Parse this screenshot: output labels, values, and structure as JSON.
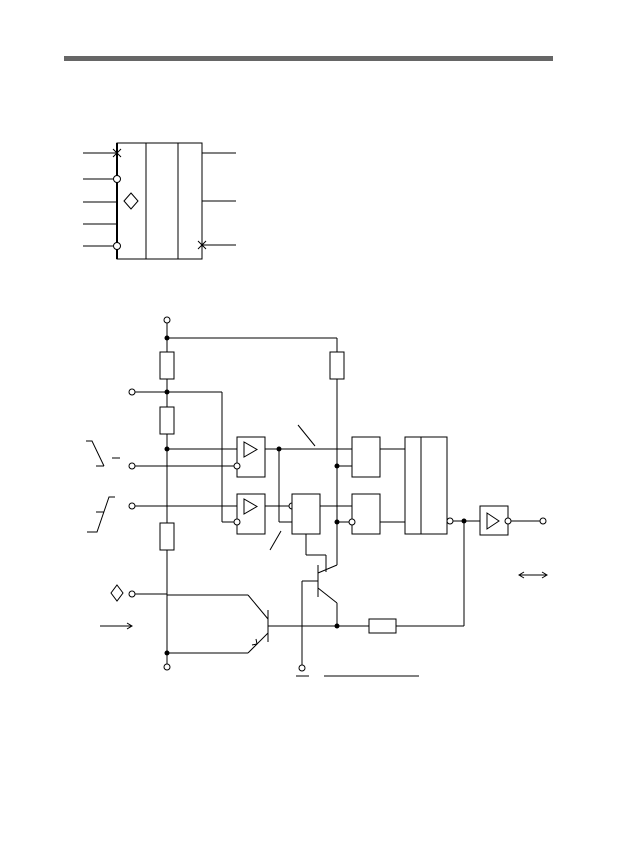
{
  "page": {
    "header_rule_color": "#666666",
    "ink_color": "#000000"
  },
  "symbol": {
    "left_pins": [
      "open-collector-input",
      "inverted-input",
      "gate-diamond-input",
      "plain-input",
      "inverted-input"
    ],
    "right_pins": [
      "output",
      "output",
      "open-collector-output"
    ]
  },
  "circuit": {
    "components": [
      "resistor",
      "resistor",
      "resistor",
      "resistor",
      "resistor",
      "buffer",
      "buffer",
      "buffer",
      "logic-block",
      "logic-block",
      "logic-block",
      "flip-flop",
      "npn-transistor",
      "npn-transistor"
    ],
    "symbols": [
      "switch-normally-closed",
      "switch-normally-open",
      "diamond-input-marker",
      "input-arrow",
      "bidirectional-arrow",
      "ground-underline"
    ]
  }
}
